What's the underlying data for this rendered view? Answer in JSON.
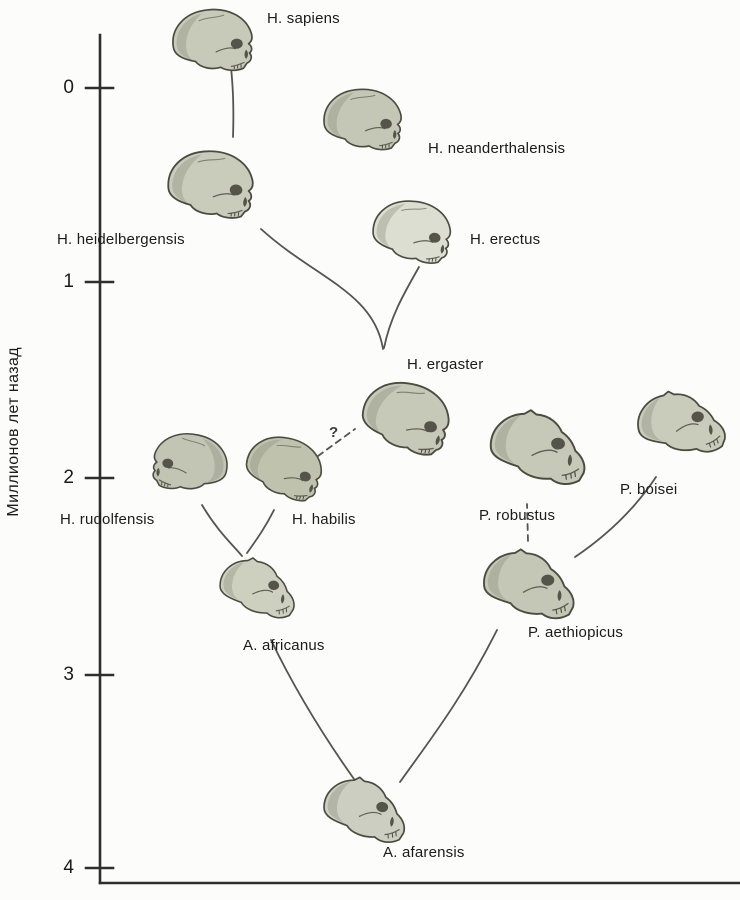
{
  "axis": {
    "ylabel": "Миллионов лет назад",
    "ticks": [
      {
        "label": "0"
      },
      {
        "label": "1"
      },
      {
        "label": "2"
      },
      {
        "label": "3"
      },
      {
        "label": "4"
      }
    ]
  },
  "species": [
    {
      "id": "h-sapiens",
      "label": "H. sapiens"
    },
    {
      "id": "h-neanderthalensis",
      "label": "H. neanderthalensis"
    },
    {
      "id": "h-heidelbergensis",
      "label": "H. heidelbergensis"
    },
    {
      "id": "h-erectus",
      "label": "H. erectus"
    },
    {
      "id": "h-ergaster",
      "label": "H. ergaster"
    },
    {
      "id": "h-rudolfensis",
      "label": "H. rudolfensis"
    },
    {
      "id": "h-habilis",
      "label": "H. habilis"
    },
    {
      "id": "p-robustus",
      "label": "P. robustus"
    },
    {
      "id": "p-boisei",
      "label": "P. boisei"
    },
    {
      "id": "a-africanus",
      "label": "A. africanus"
    },
    {
      "id": "p-aethiopicus",
      "label": "P. aethiopicus"
    },
    {
      "id": "a-afarensis",
      "label": "A. afarensis"
    }
  ],
  "annotations": {
    "uncertain_link": "?"
  }
}
